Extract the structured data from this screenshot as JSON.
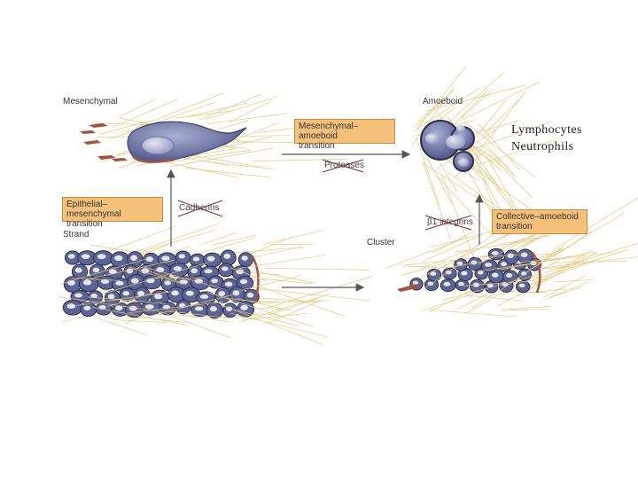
{
  "labels": {
    "mesenchymal": "Mesenchymal",
    "amoeboid": "Amoeboid",
    "strand": "Strand",
    "cluster": "Cluster"
  },
  "transitions": {
    "mesenchymal_amoeboid": [
      "Mesenchymal–amoeboid",
      "transition"
    ],
    "epithelial_mesenchymal": [
      "Epithelial–mesenchymal",
      "transition"
    ],
    "collective_amoeboid": [
      "Collective–amoeboid",
      "transition"
    ]
  },
  "crossed_factors": {
    "proteases": "Proteases",
    "cadherins": "Cadherins",
    "b1_integrins": "β1 integrins"
  },
  "annotations": {
    "cell_types": [
      "Lymphocytes",
      "Neutrophils"
    ]
  },
  "colors": {
    "cell_fill": "#5c6496",
    "cell_light": "#aab0d2",
    "fiber": "#e8c77a",
    "membrane_edge": "#a5523d",
    "box_fill": "#f5c07a",
    "arrow": "#555555"
  }
}
